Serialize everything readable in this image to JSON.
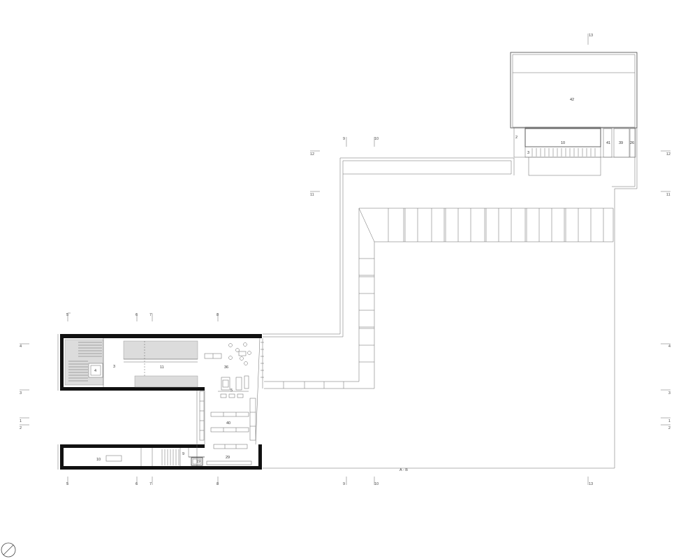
{
  "rooms": {
    "r42": "42",
    "r10_top": "10",
    "r2": "2",
    "r41": "41",
    "r39": "39",
    "r26_top": "26",
    "r3_top": "3",
    "r4": "4",
    "r3_left": "3",
    "r11": "11",
    "r36": "36",
    "r5": "5",
    "r40": "40",
    "r10_bottom": "10",
    "r9": "9",
    "r19": "19",
    "r29": "29",
    "section_bottom": "A - B"
  },
  "grid_top": [
    "5",
    "6",
    "7",
    "8",
    "9",
    "10",
    "13"
  ],
  "grid_bottom": [
    "5",
    "6",
    "7",
    "8",
    "9",
    "10",
    "13"
  ],
  "grid_left": [
    "12",
    "11",
    "4",
    "3",
    "1",
    "2"
  ],
  "grid_right": [
    "12",
    "11",
    "4",
    "3",
    "1",
    "2"
  ],
  "north_icon": "compass-icon"
}
